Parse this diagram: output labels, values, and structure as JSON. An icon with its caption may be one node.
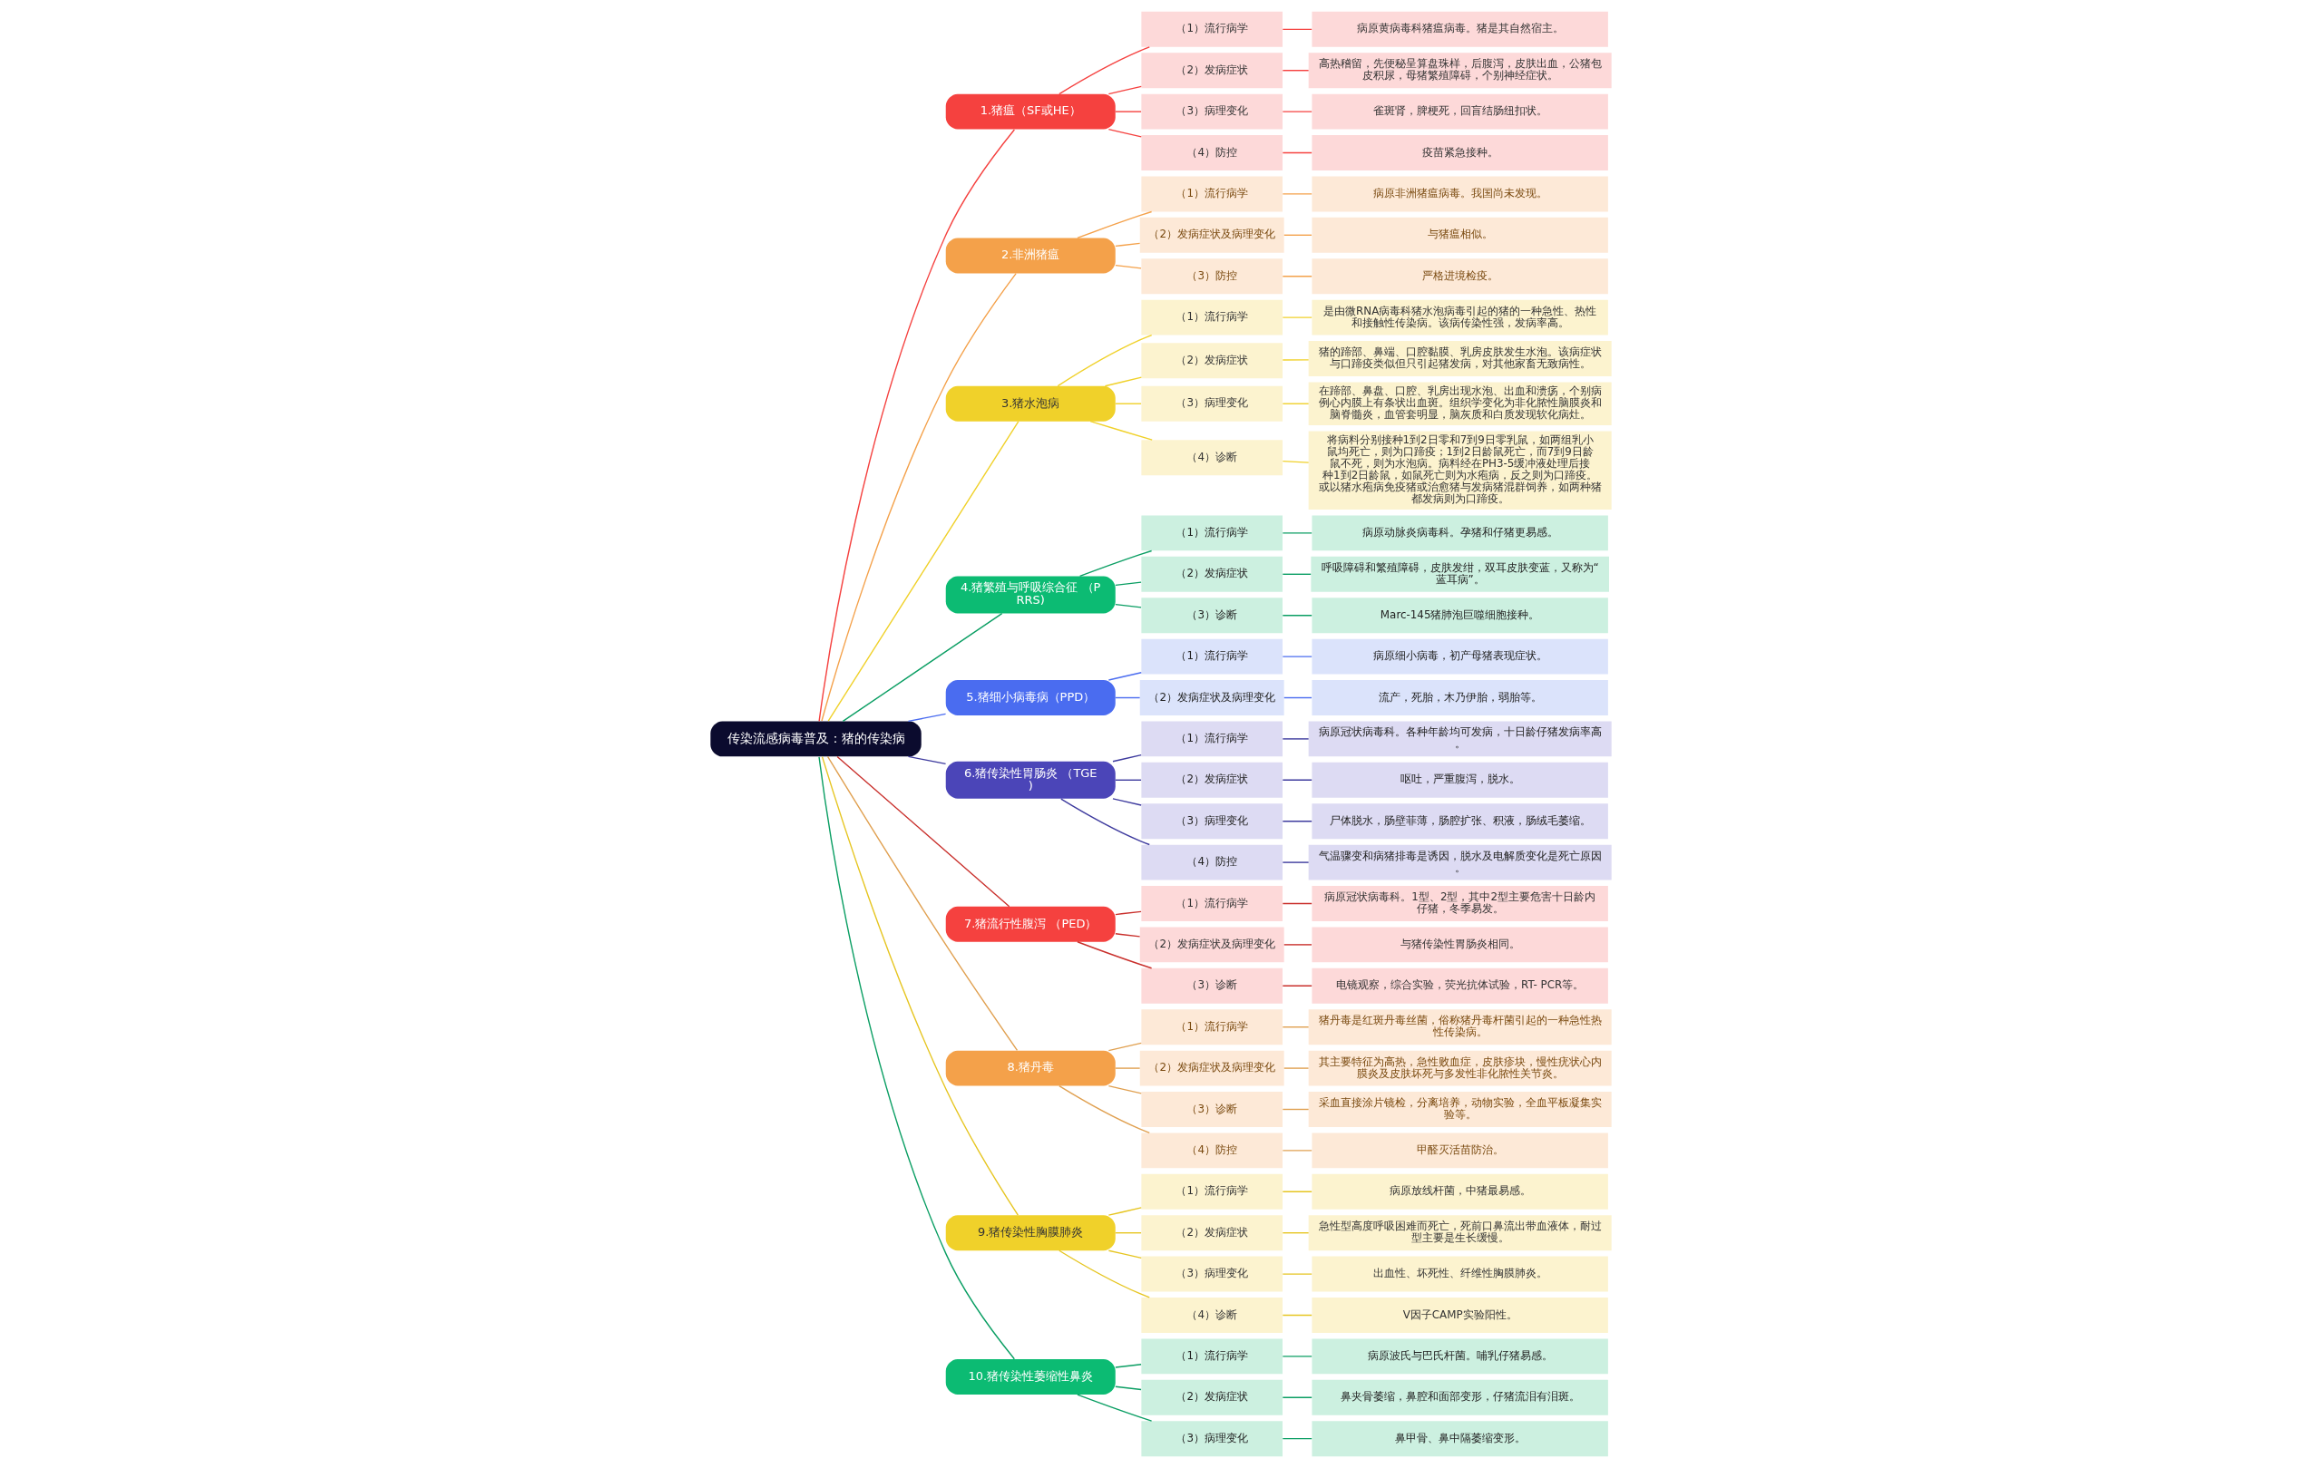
{
  "diagram": {
    "nodes": [
      {
        "text": [
          "传染流感病毒普及：猪的传染病"
        ]
      },
      {
        "text": [
          "1.猪瘟（SF或HE）"
        ]
      },
      {
        "text": [
          "（1）流行病学"
        ]
      },
      {
        "text": [
          "病原黄病毒科猪瘟病毒。猪是其自然宿主。"
        ]
      },
      {
        "text": [
          "（2）发病症状"
        ]
      },
      {
        "text": [
          "高热稽留，先便秘呈算盘珠样，后腹泻，皮肤出血，公猪包皮积尿，母猪繁殖障碍，个别神经症状。"
        ]
      },
      {
        "text": [
          "（3）病理变化"
        ]
      },
      {
        "text": [
          "雀斑肾，脾梗死，回盲结肠纽扣状。"
        ]
      },
      {
        "text": [
          "（4）防控"
        ]
      },
      {
        "text": [
          "疫苗紧急接种。"
        ]
      },
      {
        "text": [
          "2.非洲猪瘟"
        ]
      },
      {
        "text": [
          "（1）流行病学"
        ]
      },
      {
        "text": [
          "病原非洲猪瘟病毒。我国尚未发现。"
        ]
      },
      {
        "text": [
          "（2）发病症状及病理变化"
        ]
      },
      {
        "text": [
          "与猪瘟相似。"
        ]
      },
      {
        "text": [
          "（3）防控"
        ]
      },
      {
        "text": [
          "严格进境检疫。"
        ]
      },
      {
        "text": [
          "3.猪水泡病"
        ]
      },
      {
        "text": [
          "（1）流行病学"
        ]
      },
      {
        "text": [
          "是由微RNA病毒科猪水泡病毒引起的猪的一种急性、热性和接触性传染病。该病传染性强，发病率高。"
        ]
      },
      {
        "text": [
          "（2）发病症状"
        ]
      },
      {
        "text": [
          "猪的蹄部、鼻端、口腔黏膜、乳房皮肤发生水泡。该病症状与口蹄疫类似但只引起猪发病，对其他家畜无致病性。"
        ]
      },
      {
        "text": [
          "（3）病理变化"
        ]
      },
      {
        "text": [
          "在蹄部、鼻盘、口腔、乳房出现水泡、出血和溃疡，个别病例心内膜上有条状出血斑。组织学变化为非化脓性脑膜炎和脑脊髓炎，血管套明显，脑灰质和白质发现软化病灶。"
        ]
      },
      {
        "text": [
          "（4）诊断"
        ]
      },
      {
        "text": [
          "将病料分别接种1到2日零和7到9日零乳鼠，如两组乳小鼠均死亡，则为口蹄疫；1到2日龄鼠死亡，而7到9日龄鼠不死，则为水泡病。病料经在PH3-5缓冲液处理后接种1到2日龄鼠，如鼠死亡则为水疱病，反之则为口蹄疫。或以猪水疱病免疫猪或治愈猪与发病猪混群饲养，如两种猪都发病则为口蹄疫。"
        ]
      },
      {
        "text": [
          "4.猪繁殖与呼吸综合征 （PRRS)"
        ]
      },
      {
        "text": [
          "（1）流行病学"
        ]
      },
      {
        "text": [
          "病原动脉炎病毒科。孕猪和仔猪更易感。"
        ]
      },
      {
        "text": [
          "（2）发病症状"
        ]
      },
      {
        "text": [
          "呼吸障碍和繁殖障碍，皮肤发绀，双耳皮肤变蓝，又称为“蓝耳病”。"
        ]
      },
      {
        "text": [
          "（3）诊断"
        ]
      },
      {
        "text": [
          "Marc-145猪肺泡巨噬细胞接种。"
        ]
      },
      {
        "text": [
          "5.猪细小病毒病（PPD）"
        ]
      },
      {
        "text": [
          "（1）流行病学"
        ]
      },
      {
        "text": [
          "病原细小病毒，初产母猪表现症状。"
        ]
      },
      {
        "text": [
          "（2）发病症状及病理变化"
        ]
      },
      {
        "text": [
          "流产，死胎，木乃伊胎，弱胎等。"
        ]
      },
      {
        "text": [
          "6.猪传染性胃肠炎 （TGE)"
        ]
      },
      {
        "text": [
          "（1）流行病学"
        ]
      },
      {
        "text": [
          "病原冠状病毒科。各种年龄均可发病，十日龄仔猪发病率高。"
        ]
      },
      {
        "text": [
          "（2）发病症状"
        ]
      },
      {
        "text": [
          "呕吐，严重腹泻，脱水。"
        ]
      },
      {
        "text": [
          "（3）病理变化"
        ]
      },
      {
        "text": [
          "尸体脱水，肠壁菲薄，肠腔扩张、积液，肠绒毛萎缩。"
        ]
      },
      {
        "text": [
          "（4）防控"
        ]
      },
      {
        "text": [
          "气温骤变和病猪排毒是诱因，脱水及电解质变化是死亡原因。"
        ]
      },
      {
        "text": [
          "7.猪流行性腹泻 （PED）"
        ]
      },
      {
        "text": [
          "（1）流行病学"
        ]
      },
      {
        "text": [
          "病原冠状病毒科。1型、2型，其中2型主要危害十日龄内仔猪，冬季易发。"
        ]
      },
      {
        "text": [
          "（2）发病症状及病理变化"
        ]
      },
      {
        "text": [
          "与猪传染性胃肠炎相同。"
        ]
      },
      {
        "text": [
          "（3）诊断"
        ]
      },
      {
        "text": [
          "电镜观察，综合实验，荧光抗体试验，RT- PCR等。"
        ]
      },
      {
        "text": [
          "8.猪丹毒"
        ]
      },
      {
        "text": [
          "（1）流行病学"
        ]
      },
      {
        "text": [
          "猪丹毒是红斑丹毒丝菌，俗称猪丹毒杆菌引起的一种急性热性传染病。"
        ]
      },
      {
        "text": [
          "（2）发病症状及病理变化"
        ]
      },
      {
        "text": [
          "其主要特征为高热，急性败血症，皮肤疹块，慢性疣状心内膜炎及皮肤坏死与多发性非化脓性关节炎。"
        ]
      },
      {
        "text": [
          "（3）诊断"
        ]
      },
      {
        "text": [
          "采血直接涂片镜检，分离培养，动物实验，全血平板凝集实验等。"
        ]
      },
      {
        "text": [
          "（4）防控"
        ]
      },
      {
        "text": [
          "甲醛灭活苗防治。"
        ]
      },
      {
        "text": [
          "9.猪传染性胸膜肺炎"
        ]
      },
      {
        "text": [
          "（1）流行病学"
        ]
      },
      {
        "text": [
          "病原放线杆菌，中猪最易感。"
        ]
      },
      {
        "text": [
          "（2）发病症状"
        ]
      },
      {
        "text": [
          "急性型高度呼吸困难而死亡，死前口鼻流出带血液体，耐过型主要是生长缓慢。"
        ]
      },
      {
        "text": [
          "（3）病理变化"
        ]
      },
      {
        "text": [
          "出血性、坏死性、纤维性胸膜肺炎。"
        ]
      },
      {
        "text": [
          "（4）诊断"
        ]
      },
      {
        "text": [
          "V因子CAMP实验阳性。"
        ]
      },
      {
        "text": [
          "10.猪传染性萎缩性鼻炎"
        ]
      },
      {
        "text": [
          "（1）流行病学"
        ]
      },
      {
        "text": [
          "病原波氏与巴氏杆菌。哺乳仔猪易感。"
        ]
      },
      {
        "text": [
          "（2）发病症状"
        ]
      },
      {
        "text": [
          "鼻夹骨萎缩，鼻腔和面部变形，仔猪流泪有泪斑。"
        ]
      },
      {
        "text": [
          "（3）病理变化"
        ]
      },
      {
        "text": [
          "鼻甲骨、鼻中隔萎缩变形。"
        ]
      }
    ],
    "edges": [
      {
        "from": 0,
        "to": 1,
        "arrow": "none",
        "color": "#f5413f"
      },
      {
        "from": 1,
        "to": 2,
        "arrow": "none",
        "color": "#f5413f"
      },
      {
        "from": 2,
        "to": 3,
        "arrow": "none",
        "color": "#f5413f"
      },
      {
        "from": 1,
        "to": 4,
        "arrow": "none",
        "color": "#f5413f"
      },
      {
        "from": 4,
        "to": 5,
        "arrow": "none",
        "color": "#f5413f"
      },
      {
        "from": 1,
        "to": 6,
        "arrow": "none",
        "color": "#f5413f"
      },
      {
        "from": 6,
        "to": 7,
        "arrow": "none",
        "color": "#f5413f"
      },
      {
        "from": 1,
        "to": 8,
        "arrow": "none",
        "color": "#f5413f"
      },
      {
        "from": 8,
        "to": 9,
        "arrow": "none",
        "color": "#f5413f"
      },
      {
        "from": 0,
        "to": 10,
        "arrow": "none",
        "color": "#f4a14a"
      },
      {
        "from": 10,
        "to": 11,
        "arrow": "none",
        "color": "#f4a14a"
      },
      {
        "from": 11,
        "to": 12,
        "arrow": "none",
        "color": "#f4a14a"
      },
      {
        "from": 10,
        "to": 13,
        "arrow": "none",
        "color": "#f4a14a"
      },
      {
        "from": 13,
        "to": 14,
        "arrow": "none",
        "color": "#f4a14a"
      },
      {
        "from": 10,
        "to": 15,
        "arrow": "none",
        "color": "#f4a14a"
      },
      {
        "from": 15,
        "to": 16,
        "arrow": "none",
        "color": "#f4a14a"
      },
      {
        "from": 0,
        "to": 17,
        "arrow": "none",
        "color": "#f0d12a"
      },
      {
        "from": 17,
        "to": 18,
        "arrow": "none",
        "color": "#f0d12a"
      },
      {
        "from": 18,
        "to": 19,
        "arrow": "none",
        "color": "#f0d12a"
      },
      {
        "from": 17,
        "to": 20,
        "arrow": "none",
        "color": "#f0d12a"
      },
      {
        "from": 20,
        "to": 21,
        "arrow": "none",
        "color": "#f0d12a"
      },
      {
        "from": 17,
        "to": 22,
        "arrow": "none",
        "color": "#f0d12a"
      },
      {
        "from": 22,
        "to": 23,
        "arrow": "none",
        "color": "#f0d12a"
      },
      {
        "from": 17,
        "to": 24,
        "arrow": "none",
        "color": "#f0d12a"
      },
      {
        "from": 24,
        "to": 25,
        "arrow": "none",
        "color": "#f0d12a"
      },
      {
        "from": 0,
        "to": 26,
        "arrow": "none",
        "color": "#0a9e63"
      },
      {
        "from": 26,
        "to": 27,
        "arrow": "none",
        "color": "#0a9e63"
      },
      {
        "from": 27,
        "to": 28,
        "arrow": "none",
        "color": "#0a9e63"
      },
      {
        "from": 26,
        "to": 29,
        "arrow": "none",
        "color": "#0a9e63"
      },
      {
        "from": 29,
        "to": 30,
        "arrow": "none",
        "color": "#0a9e63"
      },
      {
        "from": 26,
        "to": 31,
        "arrow": "none",
        "color": "#0a9e63"
      },
      {
        "from": 31,
        "to": 32,
        "arrow": "none",
        "color": "#0a9e63"
      },
      {
        "from": 0,
        "to": 33,
        "arrow": "none",
        "color": "#4a6cf0"
      },
      {
        "from": 33,
        "to": 34,
        "arrow": "none",
        "color": "#4a6cf0"
      },
      {
        "from": 34,
        "to": 35,
        "arrow": "none",
        "color": "#4a6cf0"
      },
      {
        "from": 33,
        "to": 36,
        "arrow": "none",
        "color": "#4a6cf0"
      },
      {
        "from": 36,
        "to": 37,
        "arrow": "none",
        "color": "#4a6cf0"
      },
      {
        "from": 0,
        "to": 38,
        "arrow": "none",
        "color": "#3d3a9e"
      },
      {
        "from": 38,
        "to": 39,
        "arrow": "none",
        "color": "#3d3a9e"
      },
      {
        "from": 39,
        "to": 40,
        "arrow": "none",
        "color": "#3d3a9e"
      },
      {
        "from": 38,
        "to": 41,
        "arrow": "none",
        "color": "#3d3a9e"
      },
      {
        "from": 41,
        "to": 42,
        "arrow": "none",
        "color": "#3d3a9e"
      },
      {
        "from": 38,
        "to": 43,
        "arrow": "none",
        "color": "#3d3a9e"
      },
      {
        "from": 43,
        "to": 44,
        "arrow": "none",
        "color": "#3d3a9e"
      },
      {
        "from": 38,
        "to": 45,
        "arrow": "none",
        "color": "#3d3a9e"
      },
      {
        "from": 45,
        "to": 46,
        "arrow": "none",
        "color": "#3d3a9e"
      },
      {
        "from": 0,
        "to": 47,
        "arrow": "none",
        "color": "#c9302c"
      },
      {
        "from": 47,
        "to": 48,
        "arrow": "none",
        "color": "#c9302c"
      },
      {
        "from": 48,
        "to": 49,
        "arrow": "none",
        "color": "#c9302c"
      },
      {
        "from": 47,
        "to": 50,
        "arrow": "none",
        "color": "#c9302c"
      },
      {
        "from": 50,
        "to": 51,
        "arrow": "none",
        "color": "#c9302c"
      },
      {
        "from": 47,
        "to": 52,
        "arrow": "none",
        "color": "#c9302c"
      },
      {
        "from": 52,
        "to": 53,
        "arrow": "none",
        "color": "#c9302c"
      },
      {
        "from": 0,
        "to": 54,
        "arrow": "none",
        "color": "#e0a050"
      },
      {
        "from": 54,
        "to": 55,
        "arrow": "none",
        "color": "#e0a050"
      },
      {
        "from": 55,
        "to": 56,
        "arrow": "none",
        "color": "#e0a050"
      },
      {
        "from": 54,
        "to": 57,
        "arrow": "none",
        "color": "#e0a050"
      },
      {
        "from": 57,
        "to": 58,
        "arrow": "none",
        "color": "#e0a050"
      },
      {
        "from": 54,
        "to": 59,
        "arrow": "none",
        "color": "#e0a050"
      },
      {
        "from": 59,
        "to": 60,
        "arrow": "none",
        "color": "#e0a050"
      },
      {
        "from": 54,
        "to": 61,
        "arrow": "none",
        "color": "#e0a050"
      },
      {
        "from": 61,
        "to": 62,
        "arrow": "none",
        "color": "#e0a050"
      },
      {
        "from": 0,
        "to": 63,
        "arrow": "none",
        "color": "#e6c520"
      },
      {
        "from": 63,
        "to": 64,
        "arrow": "none",
        "color": "#e6c520"
      },
      {
        "from": 64,
        "to": 65,
        "arrow": "none",
        "color": "#e6c520"
      },
      {
        "from": 63,
        "to": 66,
        "arrow": "none",
        "color": "#e6c520"
      },
      {
        "from": 66,
        "to": 67,
        "arrow": "none",
        "color": "#e6c520"
      },
      {
        "from": 63,
        "to": 68,
        "arrow": "none",
        "color": "#e6c520"
      },
      {
        "from": 68,
        "to": 69,
        "arrow": "none",
        "color": "#e6c520"
      },
      {
        "from": 63,
        "to": 70,
        "arrow": "none",
        "color": "#e6c520"
      },
      {
        "from": 70,
        "to": 71,
        "arrow": "none",
        "color": "#e6c520"
      },
      {
        "from": 0,
        "to": 72,
        "arrow": "none",
        "color": "#0a9e63"
      },
      {
        "from": 72,
        "to": 73,
        "arrow": "none",
        "color": "#0a9e63"
      },
      {
        "from": 73,
        "to": 74,
        "arrow": "none",
        "color": "#0a9e63"
      },
      {
        "from": 72,
        "to": 75,
        "arrow": "none",
        "color": "#0a9e63"
      },
      {
        "from": 75,
        "to": 76,
        "arrow": "none",
        "color": "#0a9e63"
      },
      {
        "from": 72,
        "to": 77,
        "arrow": "none",
        "color": "#0a9e63"
      },
      {
        "from": 77,
        "to": 78,
        "arrow": "none",
        "color": "#0a9e63"
      }
    ]
  }
}
